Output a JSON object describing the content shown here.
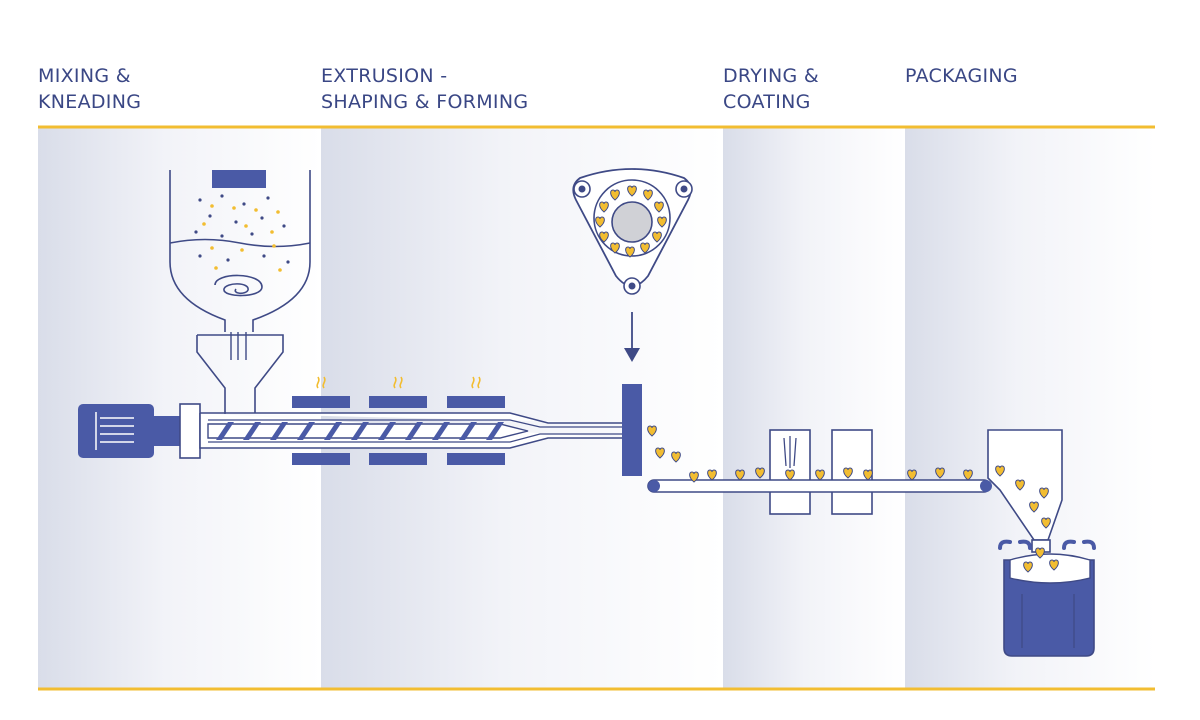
{
  "colors": {
    "navy": "#4a5aa6",
    "outline": "#3f4a86",
    "yellow": "#f2bd31",
    "band_light": "#ffffff",
    "band_dark": "#d9dde9",
    "background": "#ffffff"
  },
  "stages": [
    {
      "line1": "MIXING &",
      "line2": "KNEADING"
    },
    {
      "line1": "EXTRUSION -",
      "line2": "SHAPING & FORMING"
    },
    {
      "line1": "DRYING &",
      "line2": "COATING"
    },
    {
      "line1": "PACKAGING",
      "line2": ""
    }
  ],
  "icons": {
    "motor": "electric-motor-icon",
    "hopper": "mixing-hopper-icon",
    "extruder": "screw-extruder-icon",
    "die": "extrusion-die-icon",
    "conveyor": "conveyor-belt-icon",
    "dryer": "dryer-chamber-icon",
    "packaging_hopper": "packaging-hopper-icon",
    "bag": "bulk-bag-icon",
    "heat": "heat-wave-icon",
    "product": "heart-shaped-snack-icon"
  }
}
